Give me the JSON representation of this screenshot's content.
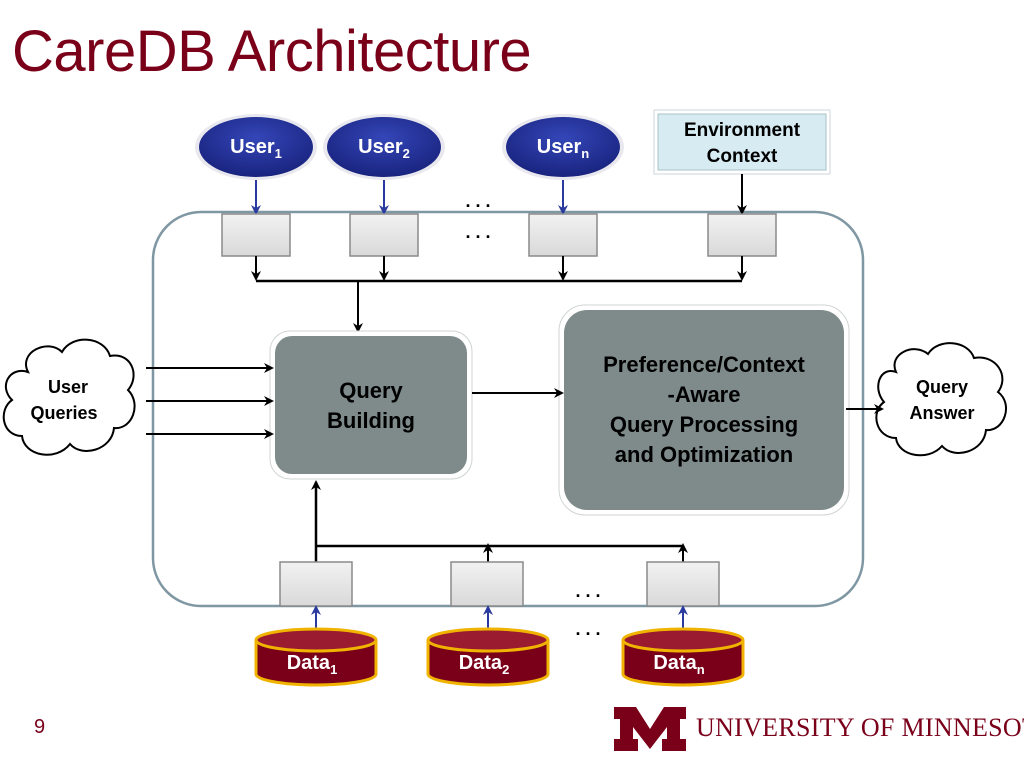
{
  "title": "CareDB Architecture",
  "users": [
    {
      "base": "User",
      "sub": "1"
    },
    {
      "base": "User",
      "sub": "2"
    },
    {
      "base": "User",
      "sub": "n"
    }
  ],
  "environment_context": [
    "Environment",
    "Context"
  ],
  "ellipsis": ". . .",
  "user_queries": [
    "User",
    "Queries"
  ],
  "query_answer": [
    "Query",
    "Answer"
  ],
  "query_building": [
    "Query",
    "Building"
  ],
  "processing": [
    "Preference/Context",
    "-Aware",
    "Query Processing",
    "and Optimization"
  ],
  "data_sources": [
    {
      "base": "Data",
      "sub": "1"
    },
    {
      "base": "Data",
      "sub": "2"
    },
    {
      "base": "Data",
      "sub": "n"
    }
  ],
  "page_number": "9",
  "footer_logo_text": "UNIVERSITY OF MINNESOTA",
  "colors": {
    "title": "#7a0019",
    "user_ellipse": "#1c2a8c",
    "data_cylinder": "#7a0019",
    "data_outline": "#f0b400",
    "process_box": "#7f8b8b",
    "env_box": "#d6ebf2",
    "container_border": "#7f97a3"
  }
}
